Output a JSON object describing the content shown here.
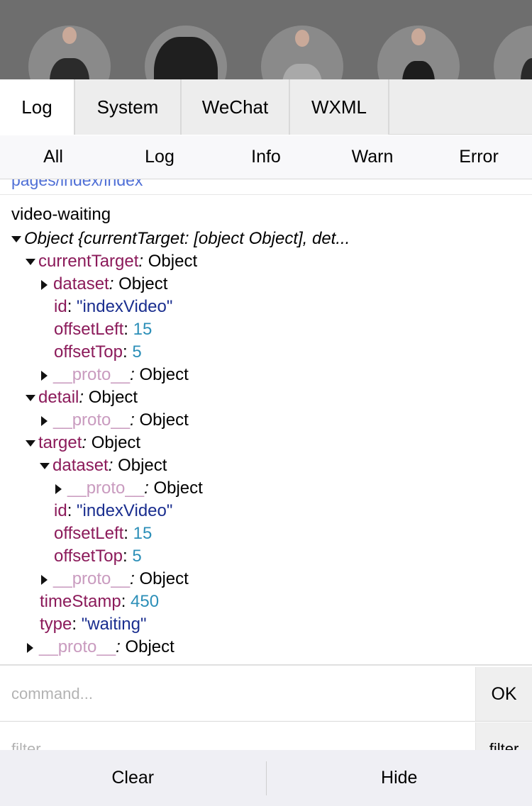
{
  "tabs": [
    "Log",
    "System",
    "WeChat",
    "WXML"
  ],
  "subtabs": [
    "All",
    "Log",
    "Info",
    "Warn",
    "Error"
  ],
  "log": {
    "previous_line": "pages/index/index",
    "title": "video-waiting",
    "summary": "Object {currentTarget: [object Object], det...",
    "proto": "__proto__",
    "object_label": "Object",
    "currentTarget": {
      "key": "currentTarget",
      "dataset_key": "dataset",
      "id_key": "id",
      "id_value": "\"indexVideo\"",
      "offsetLeft_key": "offsetLeft",
      "offsetLeft_value": "15",
      "offsetTop_key": "offsetTop",
      "offsetTop_value": "5"
    },
    "detail": {
      "key": "detail"
    },
    "target": {
      "key": "target",
      "dataset_key": "dataset",
      "id_key": "id",
      "id_value": "\"indexVideo\"",
      "offsetLeft_key": "offsetLeft",
      "offsetLeft_value": "15",
      "offsetTop_key": "offsetTop",
      "offsetTop_value": "5"
    },
    "timeStamp_key": "timeStamp",
    "timeStamp_value": "450",
    "type_key": "type",
    "type_value": "\"waiting\""
  },
  "command": {
    "placeholder": "command...",
    "ok_label": "OK"
  },
  "filter": {
    "placeholder": "filter...",
    "button_label": "filter"
  },
  "bottom": {
    "clear_label": "Clear",
    "hide_label": "Hide"
  },
  "colors": {
    "key": "#8b1a5a",
    "proto_key": "#c99bbf",
    "string": "#1a2e8f",
    "number": "#2c8fb8",
    "link": "#4f6fd6"
  }
}
